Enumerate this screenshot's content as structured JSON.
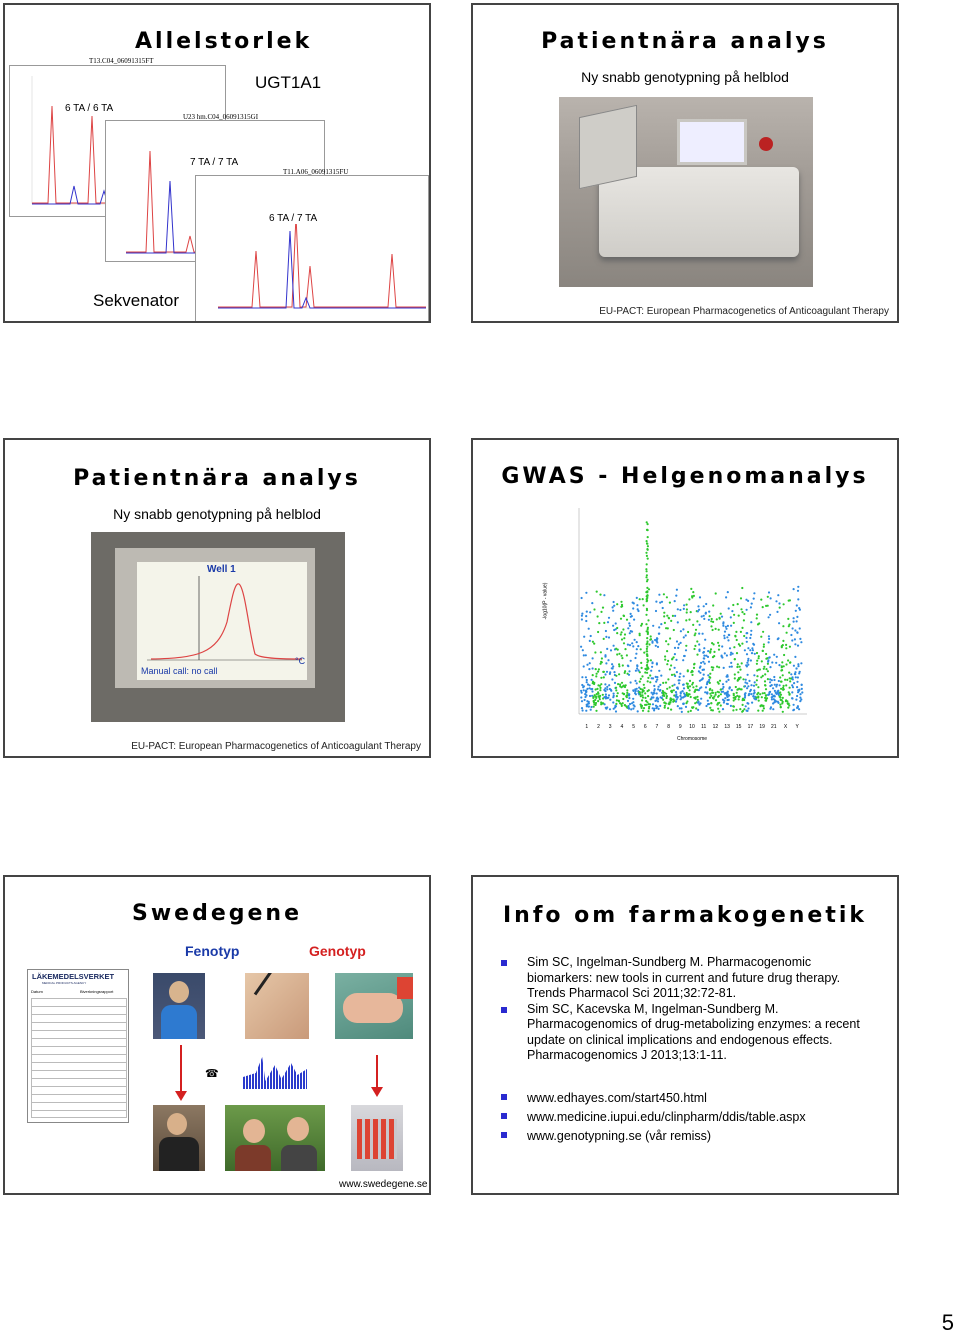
{
  "slides": {
    "s1": {
      "title": "Allelstorlek",
      "gene": "UGT1A1",
      "label_6_6": "6 TA / 6 TA",
      "label_7_7": "7 TA / 7 TA",
      "label_6_7": "6 TA / 7 TA",
      "sample_a": "T13.C04_06091315FT",
      "sample_b": "U23 hm.C04_06091315GI",
      "sample_c": "T11.A06_06091315FU",
      "sequencer": "Sekvenator"
    },
    "s2": {
      "title": "Patientnära analys",
      "subtitle": "Ny snabb genotypning på helblod",
      "footer": "EU-PACT: European Pharmacogenetics of Anticoagulant Therapy"
    },
    "s3": {
      "title": "Patientnära analys",
      "subtitle": "Ny snabb genotypning på helblod",
      "screen_title": "Well 1",
      "screen_status": "Manual call: no call",
      "screen_unit": "°C",
      "footer": "EU-PACT: European Pharmacogenetics of Anticoagulant Therapy"
    },
    "s4": {
      "title": "GWAS - Helgenomanalys",
      "ylabel": "-log10(P - value)",
      "xlabel": "Chromosome",
      "x_ticks": [
        "1",
        "2",
        "3",
        "4",
        "5",
        "6",
        "7",
        "8",
        "9",
        "10",
        "11",
        "12",
        "13",
        "15",
        "17",
        "19",
        "21",
        "X",
        "Y"
      ]
    },
    "s5": {
      "title": "Swedegene",
      "fenotyp": "Fenotyp",
      "genotyp": "Genotyp",
      "agency": "LÄKEMEDELSVERKET",
      "agency_sub": "MEDICAL PRODUCTS AGENCY",
      "form_title": "Biverkningsrapport",
      "form_date": "Datum",
      "phone_icon": "phone-icon",
      "url": "www.swedegene.se"
    },
    "s6": {
      "title": "Info om farmakogenetik",
      "refs": [
        "Sim SC, Ingelman-Sundberg M. Pharmacogenomic biomarkers: new tools in current and future drug therapy. Trends Pharmacol Sci 2011;32:72-81.",
        "Sim SC, Kacevska M, Ingelman-Sundberg M. Pharmacogenomics of drug-metabolizing enzymes: a recent update on clinical implications and endogenous effects. Pharmacogenomics J 2013;13:1-11."
      ],
      "links": [
        "www.edhayes.com/start450.html",
        "www.medicine.iupui.edu/clinpharm/ddis/table.aspx",
        "www.genotypning.se  (vår remiss)"
      ]
    }
  },
  "page_number": "5",
  "colors": {
    "border": "#444444",
    "bullet": "#2a2ad0",
    "red": "#d42020",
    "blue": "#1a3aa8",
    "green": "#2ec82e"
  }
}
